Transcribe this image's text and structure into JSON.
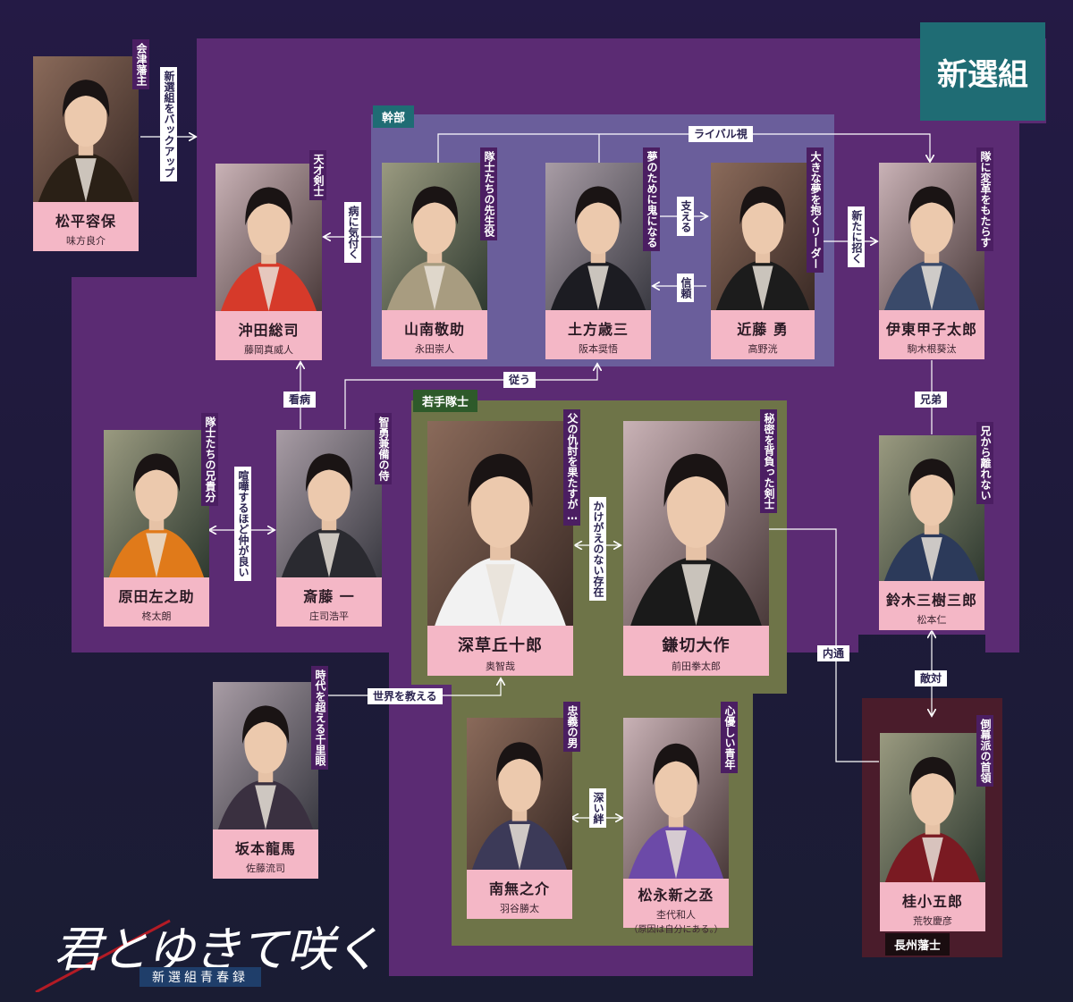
{
  "colors": {
    "shinsengumi_panel": "#5b2b73",
    "kanbu_panel": "#6a5e9b",
    "wakate_panel": "#6e7448",
    "choshu_panel": "#4a1c2b",
    "nameplate": "#f4b7c6",
    "caption_bg": "#4b1e62",
    "title_box": "#1f6c74"
  },
  "groups": {
    "shinsengumi": "新選組",
    "kanbu": "幹部",
    "wakate": "若手隊士",
    "choshu": "長州藩士"
  },
  "characters": [
    {
      "id": "matsudaira",
      "name": "松平容保",
      "actor": "味方良介",
      "caption": "会津藩主"
    },
    {
      "id": "okita",
      "name": "沖田総司",
      "actor": "藤岡真威人",
      "caption": "天才剣士"
    },
    {
      "id": "yamanami",
      "name": "山南敬助",
      "actor": "永田崇人",
      "caption": "隊士たちの先生役"
    },
    {
      "id": "hijikata",
      "name": "土方歳三",
      "actor": "阪本奨悟",
      "caption": "夢のために鬼になる"
    },
    {
      "id": "kondo",
      "name": "近藤 勇",
      "actor": "高野洸",
      "caption": "大きな夢を抱くリーダー"
    },
    {
      "id": "ito",
      "name": "伊東甲子太郎",
      "actor": "駒木根葵汰",
      "caption": "隊に変革をもたらす"
    },
    {
      "id": "harada",
      "name": "原田左之助",
      "actor": "柊太朗",
      "caption": "隊士たちの兄貴分"
    },
    {
      "id": "saito",
      "name": "斎藤 一",
      "actor": "庄司浩平",
      "caption": "智勇兼備の侍"
    },
    {
      "id": "fukakusa",
      "name": "深草丘十郎",
      "actor": "奥智哉",
      "caption": "父の仇討を果たすが…"
    },
    {
      "id": "kamakiri",
      "name": "鎌切大作",
      "actor": "前田拳太郎",
      "caption": "秘密を背負った剣士"
    },
    {
      "id": "suzuki",
      "name": "鈴木三樹三郎",
      "actor": "松本仁",
      "caption": "兄から離れない"
    },
    {
      "id": "sakamoto",
      "name": "坂本龍馬",
      "actor": "佐藤流司",
      "caption": "時代を超える千里眼"
    },
    {
      "id": "nanmu",
      "name": "南無之介",
      "actor": "羽谷勝太",
      "caption": "忠義の男"
    },
    {
      "id": "matsunaga",
      "name": "松永新之丞",
      "actor": "杢代和人",
      "actor_note": "（原因は自分にある。）",
      "caption": "心優しい青年"
    },
    {
      "id": "katsura",
      "name": "桂小五郎",
      "actor": "荒牧慶彦",
      "caption": "倒幕派の首領"
    }
  ],
  "relations": {
    "backup": "新選組をバックアップ",
    "rival": "ライバル視",
    "notice_illness": "病に気付く",
    "support": "支える",
    "trust": "信頼",
    "invite": "新たに招く",
    "nursing": "看病",
    "follow": "従う",
    "brothers": "兄弟",
    "quarrel_friends": "喧嘩するほど仲が良い",
    "irreplaceable": "かけがえのない存在",
    "teach_world": "世界を教える",
    "inner": "内通",
    "hostile": "敵対",
    "deep_bond": "深い絆"
  },
  "logo": {
    "title": "君とゆきて咲く",
    "subtitle": "新選組青春録"
  }
}
